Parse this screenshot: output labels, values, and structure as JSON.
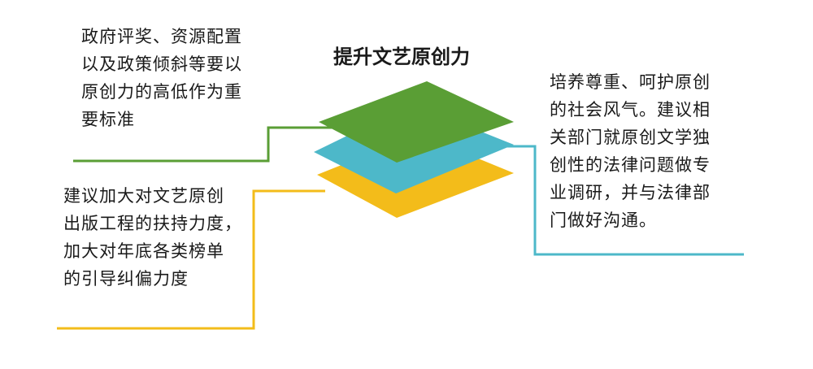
{
  "title": "提升文艺原创力",
  "colors": {
    "green": "#5a9e35",
    "blue": "#4db8c9",
    "yellow": "#f3bc1a",
    "text": "#1a1a1a"
  },
  "callouts": {
    "top_left": "政府评奖、资源配置\n以及政策倾斜等要以\n原创力的高低作为重\n要标准",
    "bottom_left": "建议加大对文艺原创\n出版工程的扶持力度，\n加大对年底各类榜单\n的引导纠偏力度",
    "right": "培养尊重、呵护原创\n的社会风气。建议相\n关部门就原创文学独\n创性的法律问题做专\n业调研，并与法律部\n门做好沟通。"
  }
}
